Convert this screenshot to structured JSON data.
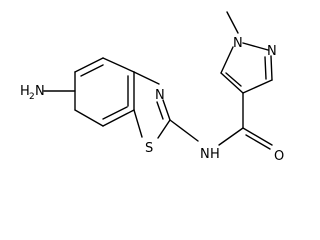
{
  "molecule": {
    "atoms": {
      "amine_n": "N",
      "amine_h": "H",
      "amine_h_count": "2",
      "thiazole_n": "N",
      "sulfur": "S",
      "amide_n": "N",
      "amide_h": "H",
      "carbonyl_o": "O",
      "pyrazole_n1": "N",
      "pyrazole_n2": "N"
    }
  }
}
